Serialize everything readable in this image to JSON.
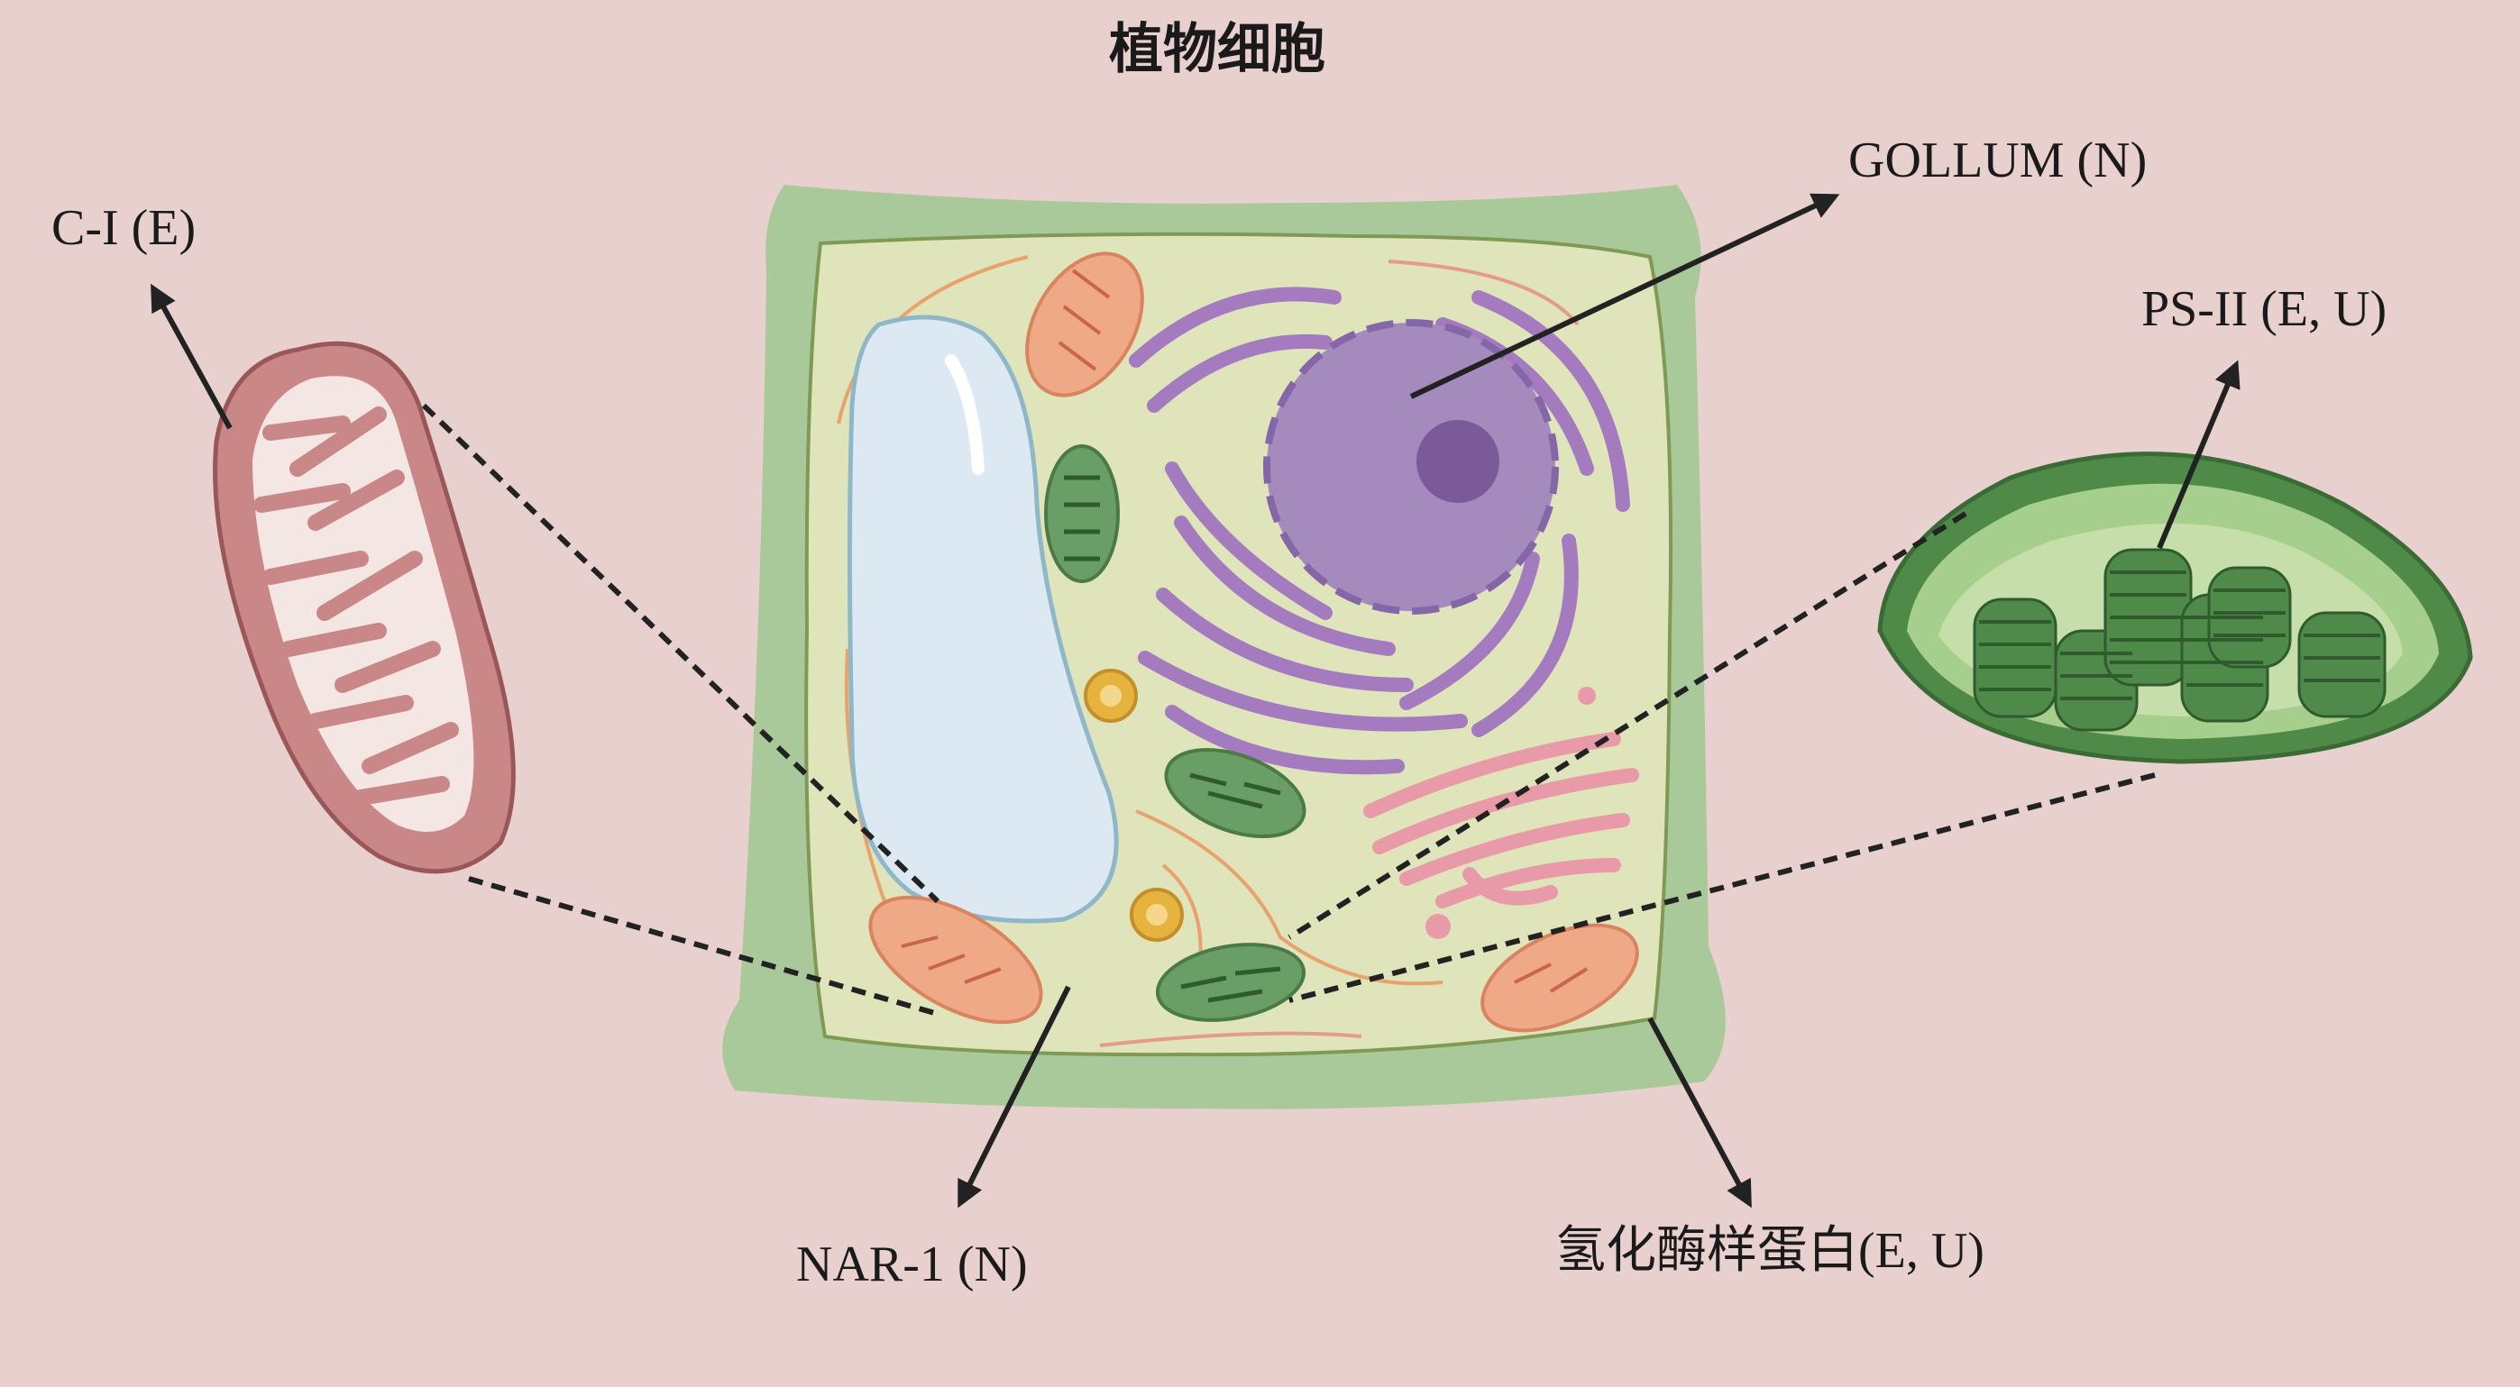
{
  "diagram": {
    "title": "植物细胞",
    "labels": {
      "golgi": "GOLLUM (N)",
      "mito": "C-I (E)",
      "chloroplast": "PS-II (E, U)",
      "cytoplasm": "NAR-1 (N)",
      "cell_wall": "氢化酶样蛋白(E, U)"
    }
  },
  "colors": {
    "background": "#e8d0cf",
    "cell_wall": "#a9c99a",
    "cytoplasm": "#dfe4bb",
    "vacuole": "#dce9f3",
    "nucleus": "#a58bbd",
    "er": "#a57bc0",
    "golgi": "#e99aa8",
    "mitochondria_fill": "#f0a986",
    "chloroplast": "#6a9e67",
    "large_mito_fill": "#c98787",
    "arrow": "#222222"
  },
  "icons": [
    "mitochondrion-icon",
    "chloroplast-icon",
    "plant-cell-icon"
  ]
}
